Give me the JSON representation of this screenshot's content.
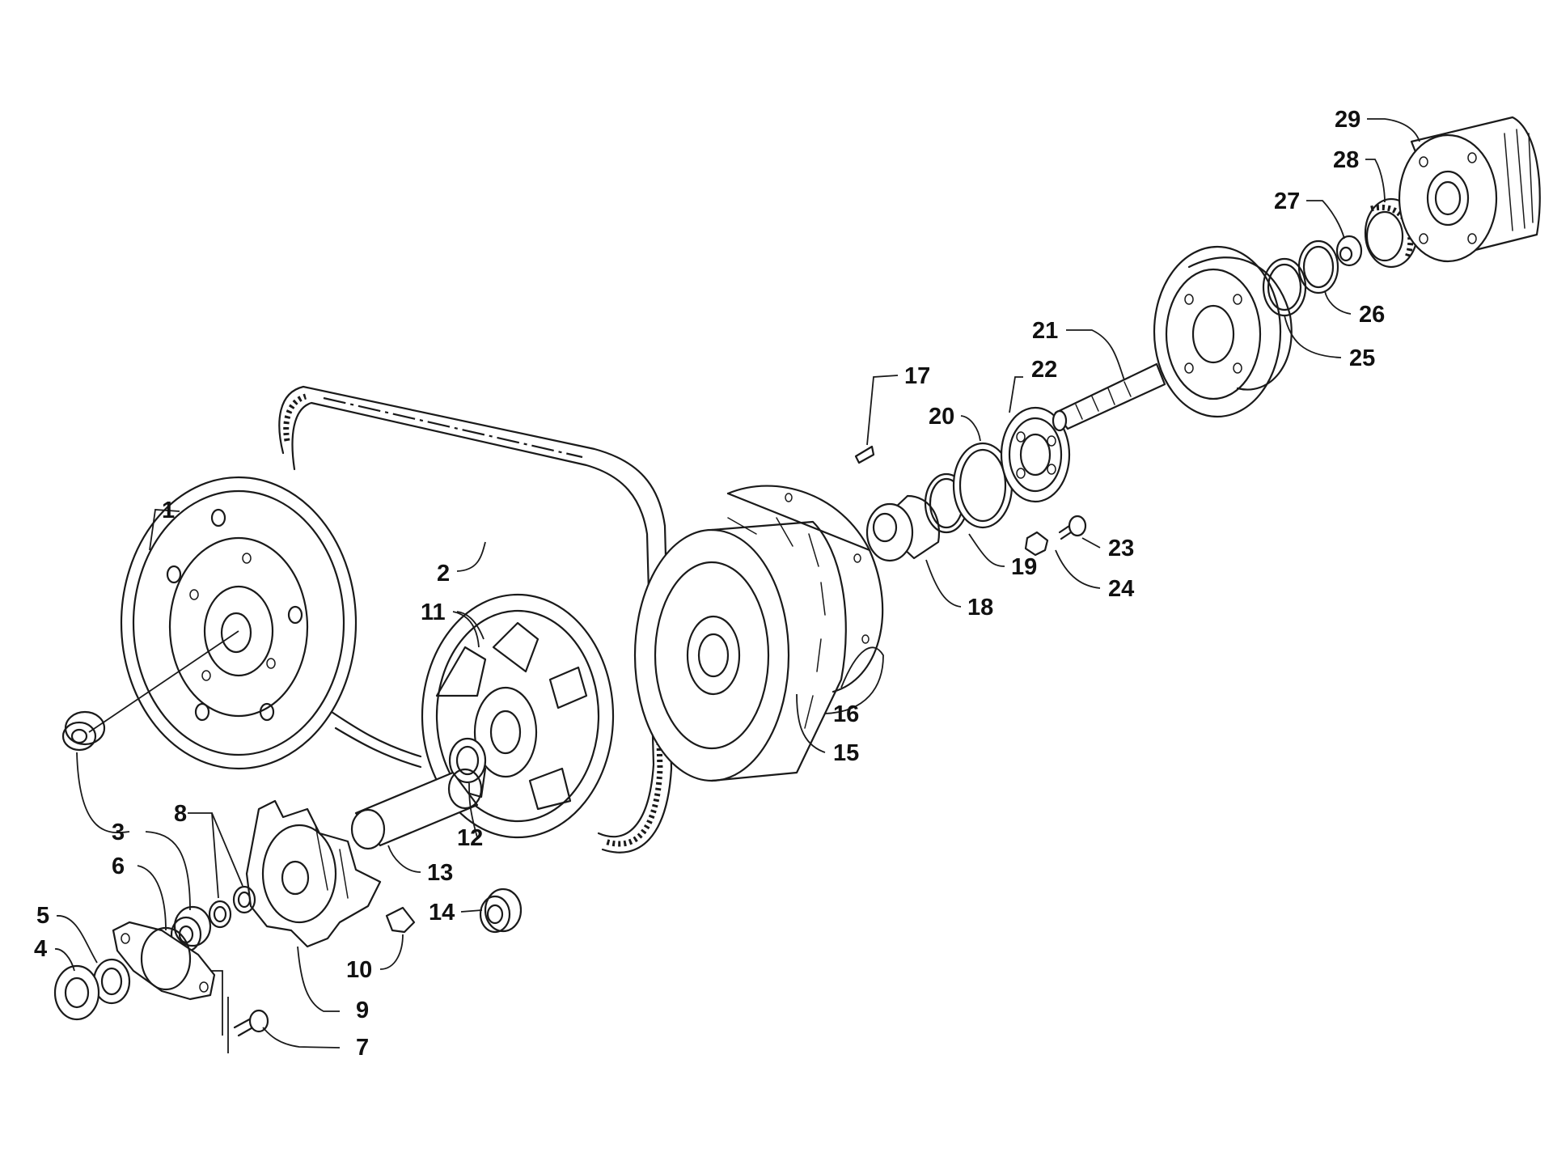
{
  "diagram": {
    "type": "exploded-parts-view",
    "line_color": "#1a1a1a",
    "background": "#ffffff",
    "callouts": [
      {
        "id": "c1",
        "label": "1"
      },
      {
        "id": "c2",
        "label": "2"
      },
      {
        "id": "c3",
        "label": "3"
      },
      {
        "id": "c4",
        "label": "4"
      },
      {
        "id": "c5",
        "label": "5"
      },
      {
        "id": "c6",
        "label": "6"
      },
      {
        "id": "c7",
        "label": "7"
      },
      {
        "id": "c8",
        "label": "8"
      },
      {
        "id": "c9",
        "label": "9"
      },
      {
        "id": "c10",
        "label": "10"
      },
      {
        "id": "c11",
        "label": "11"
      },
      {
        "id": "c12",
        "label": "12"
      },
      {
        "id": "c13",
        "label": "13"
      },
      {
        "id": "c14",
        "label": "14"
      },
      {
        "id": "c15",
        "label": "15"
      },
      {
        "id": "c16",
        "label": "16"
      },
      {
        "id": "c17",
        "label": "17"
      },
      {
        "id": "c18",
        "label": "18"
      },
      {
        "id": "c19",
        "label": "19"
      },
      {
        "id": "c20",
        "label": "20"
      },
      {
        "id": "c21",
        "label": "21"
      },
      {
        "id": "c22",
        "label": "22"
      },
      {
        "id": "c23",
        "label": "23"
      },
      {
        "id": "c24",
        "label": "24"
      },
      {
        "id": "c25",
        "label": "25"
      },
      {
        "id": "c26",
        "label": "26"
      },
      {
        "id": "c27",
        "label": "27"
      },
      {
        "id": "c28",
        "label": "28"
      },
      {
        "id": "c29",
        "label": "29"
      }
    ]
  }
}
